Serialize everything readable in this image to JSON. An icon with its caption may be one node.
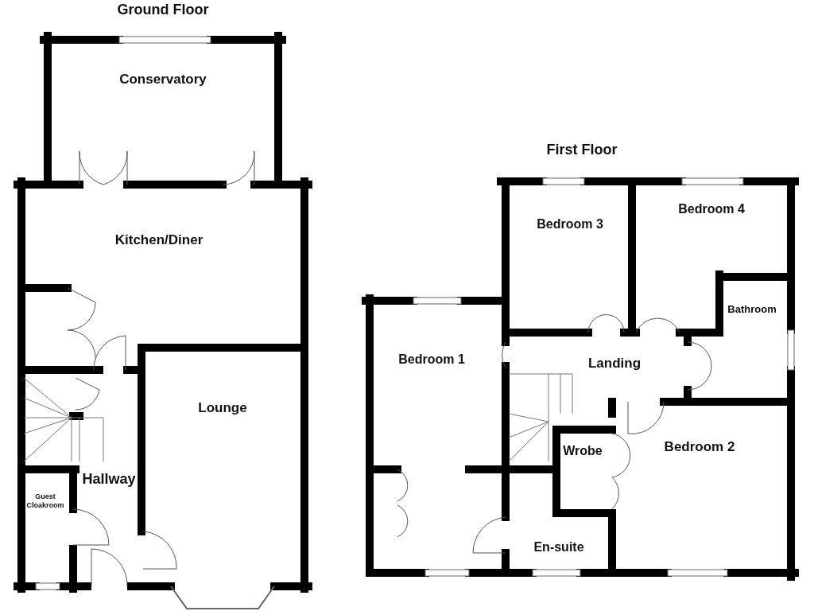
{
  "diagram": {
    "labels": [
      "Ground Floor",
      "Conservatory",
      "First Floor",
      "Kitchen/Diner",
      "Bedroom 3",
      "Bedroom 4",
      "Bathroom",
      "Bedroom 1",
      "Landing",
      "Lounge",
      "Wrobe",
      "Bedroom 2",
      "Hallway",
      "Guest Cloakroom",
      "En-suite"
    ]
  }
}
